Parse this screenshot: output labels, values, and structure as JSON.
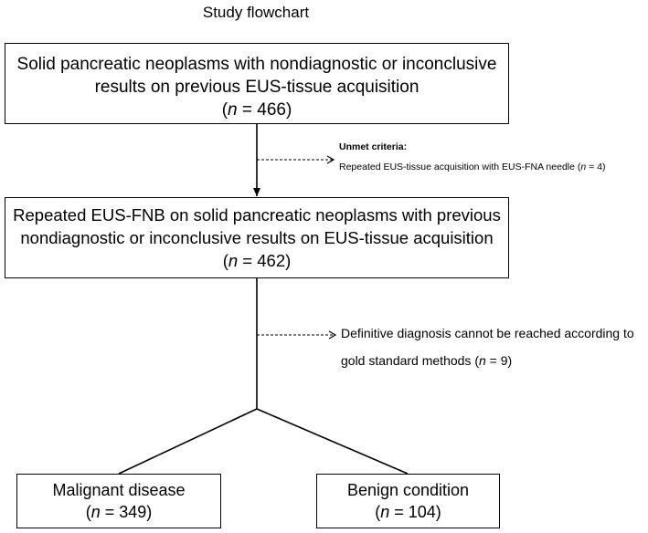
{
  "title": "Study flowchart",
  "boxes": {
    "initial": {
      "line1": "Solid pancreatic neoplasms with nondiagnostic or inconclusive",
      "line2": "results on previous EUS-tissue acquisition",
      "n_var": "n",
      "n_rest": " = 466)"
    },
    "repeated": {
      "line1": "Repeated EUS-FNB on solid pancreatic neoplasms with previous",
      "line2": "nondiagnostic or inconclusive results on EUS-tissue acquisition",
      "n_var": "n",
      "n_rest": " = 462)"
    },
    "malignant": {
      "label": "Malignant disease",
      "n_var": "n",
      "n_rest": " = 349)"
    },
    "benign": {
      "label": "Benign condition",
      "n_var": "n",
      "n_rest": " = 104)"
    }
  },
  "exclusions": {
    "unmet": {
      "heading": "Unmet criteria:",
      "text": "Repeated EUS-tissue acquisition with EUS-FNA needle (",
      "n_var": "n",
      "n_rest": " = 4)"
    },
    "no_diagnosis": {
      "line1": "Definitive diagnosis cannot be reached according to",
      "line2": "gold standard methods (",
      "n_var": "n",
      "n_rest": " = 9)"
    }
  }
}
